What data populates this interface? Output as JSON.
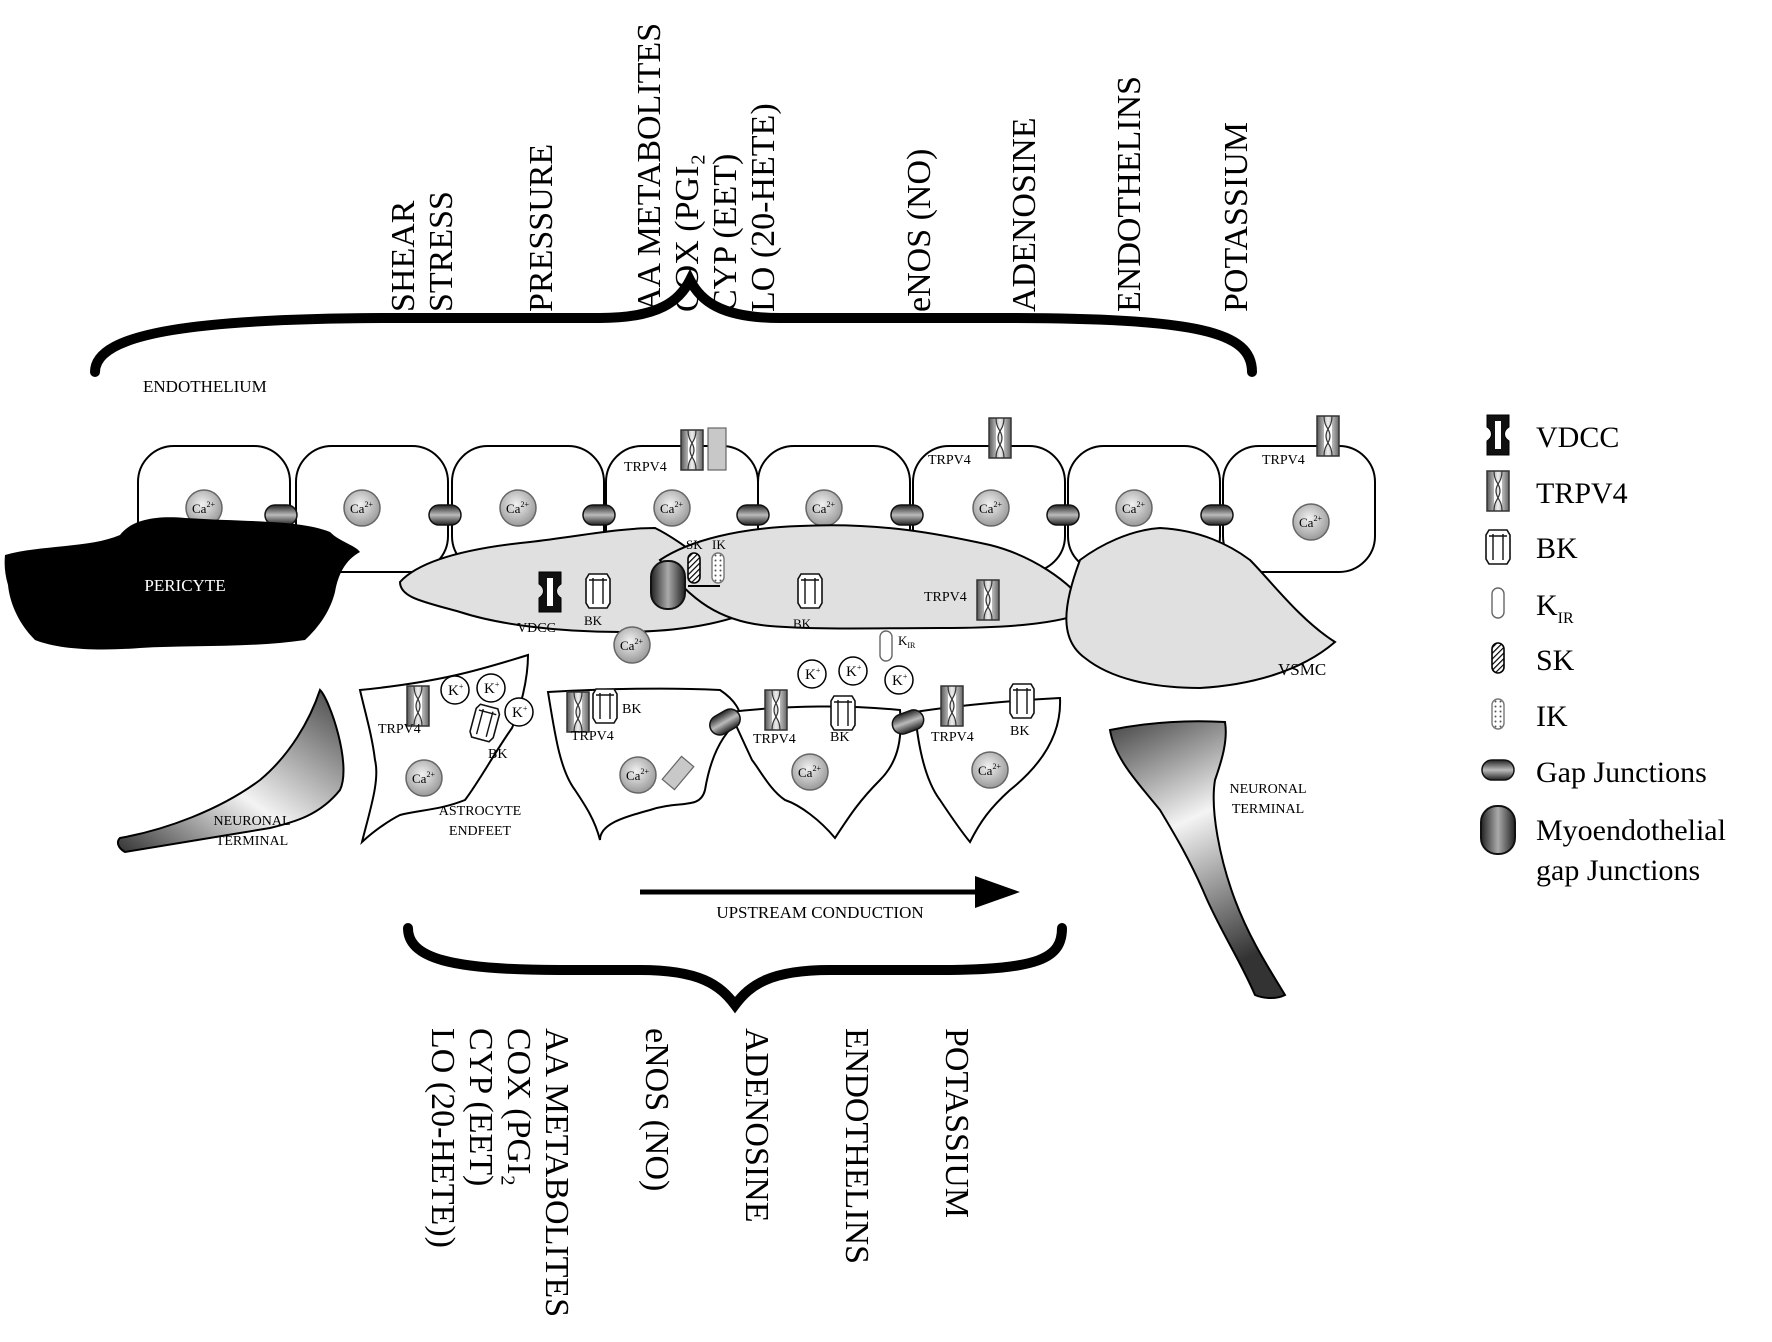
{
  "top_labels": [
    [
      "SHEAR",
      "STRESS"
    ],
    [
      "PRESSURE"
    ],
    [
      "AA METABOLITES",
      "COX (PGI₂",
      "CYP (EET)",
      "LO (20-HETE)"
    ],
    [
      "eNOS (NO)"
    ],
    [
      "ADENOSINE"
    ],
    [
      "ENDOTHELINS"
    ],
    [
      "POTASSIUM"
    ]
  ],
  "bottom_labels": [
    [
      "AA METABOLITES",
      "COX (PGI₂",
      "CYP (EET)",
      "LO (20-HETE))"
    ],
    [
      "eNOS (NO)"
    ],
    [
      "ADENOSINE"
    ],
    [
      "ENDOTHELINS"
    ],
    [
      "POTASSIUM"
    ]
  ],
  "labels": {
    "endothelium": "ENDOTHELIUM",
    "pericyte": "PERICYTE",
    "vsmc": "VSMC",
    "neuronal_left": [
      "NEURONAL",
      "TERMINAL"
    ],
    "neuronal_right": [
      "NEURONAL",
      "TERMINAL"
    ],
    "astrocyte": [
      "ASTROCYTE",
      "ENDFEET"
    ],
    "upstream": "UPSTREAM CONDUCTION",
    "calcium": "Ca",
    "calcium_sup": "2+",
    "potassium": "K",
    "potassium_sup": "+",
    "trpv4": "TRPV4",
    "bk": "BK",
    "vdcc": "VDCC",
    "sk": "SK",
    "ik": "IK",
    "kir": "K",
    "kir_sub": "IR"
  },
  "legend": [
    {
      "key": "vdcc",
      "label": "VDCC"
    },
    {
      "key": "trpv4",
      "label": "TRPV4"
    },
    {
      "key": "bk",
      "label": "BK"
    },
    {
      "key": "kir",
      "label": "K",
      "sub": "IR"
    },
    {
      "key": "sk",
      "label": "SK"
    },
    {
      "key": "ik",
      "label": "IK"
    },
    {
      "key": "gap",
      "label": "Gap Junctions"
    },
    {
      "key": "myo",
      "label": "Myoendothelial",
      "label2": "gap Junctions"
    }
  ]
}
